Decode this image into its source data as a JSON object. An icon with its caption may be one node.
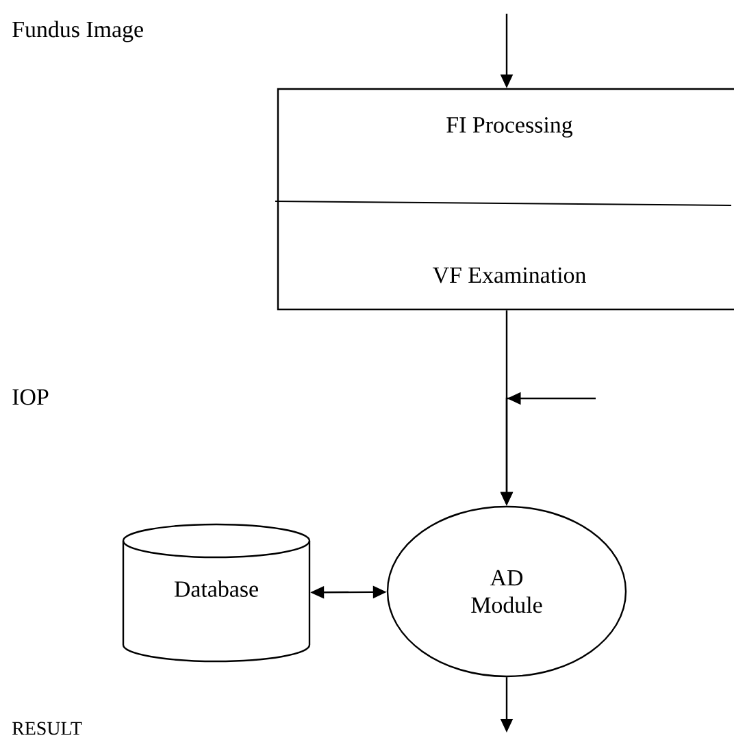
{
  "diagram": {
    "nodes": [
      {
        "text": [
          "FI Processing",
          "VF Examination"
        ]
      },
      {
        "text": [
          "Database"
        ]
      },
      {
        "text": [
          "AD Module"
        ]
      }
    ],
    "edges": [
      {
        "from": null,
        "to": 0,
        "arrow": "to"
      },
      {
        "from": 0,
        "to": 2,
        "arrow": "to"
      },
      {
        "from": null,
        "to": 2,
        "arrow": "to"
      },
      {
        "from": 1,
        "to": 2,
        "arrow": "both"
      },
      {
        "from": 2,
        "to": null,
        "arrow": "to"
      }
    ],
    "labels": [
      "Fundus Image",
      "IOP",
      "RESULT"
    ]
  }
}
